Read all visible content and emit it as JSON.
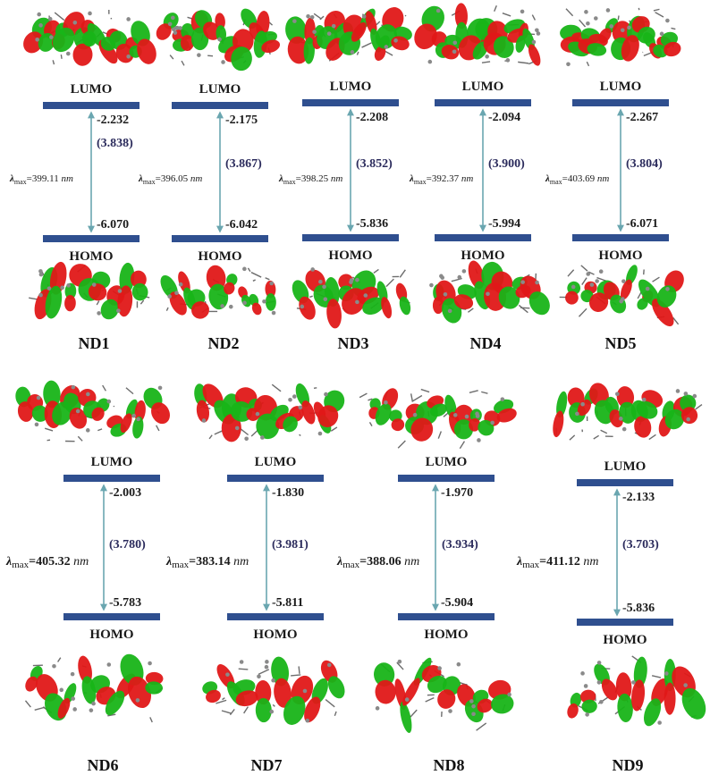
{
  "figure": {
    "lumo_label": "LUMO",
    "homo_label": "HOMO",
    "lambda_symbol": "λ",
    "lambda_sub": "max",
    "lambda_unit": "nm",
    "colors": {
      "bar": "#2f4f8f",
      "arrow": "#6aa6b0",
      "lobe_red": "#e01818",
      "lobe_green": "#18b418",
      "atom": "#8a8a8a"
    }
  },
  "molecules": [
    {
      "name": "ND1",
      "lumo": "-2.232",
      "homo": "-6.070",
      "gap": "(3.838)",
      "lambda": "=399.11"
    },
    {
      "name": "ND2",
      "lumo": "-2.175",
      "homo": "-6.042",
      "gap": "(3.867)",
      "lambda": "=396.05"
    },
    {
      "name": "ND3",
      "lumo": "-2.208",
      "homo": "-5.836",
      "gap": "(3.852)",
      "lambda": "=398.25"
    },
    {
      "name": "ND4",
      "lumo": "-2.094",
      "homo": "-5.994",
      "gap": "(3.900)",
      "lambda": "=392.37"
    },
    {
      "name": "ND5",
      "lumo": "-2.267",
      "homo": "-6.071",
      "gap": "(3.804)",
      "lambda": "=403.69"
    },
    {
      "name": "ND6",
      "lumo": "-2.003",
      "homo": "-5.783",
      "gap": "(3.780)",
      "lambda": "=405.32"
    },
    {
      "name": "ND7",
      "lumo": "-1.830",
      "homo": "-5.811",
      "gap": "(3.981)",
      "lambda": "=383.14"
    },
    {
      "name": "ND8",
      "lumo": "-1.970",
      "homo": "-5.904",
      "gap": "(3.934)",
      "lambda": "=388.06"
    },
    {
      "name": "ND9",
      "lumo": "-2.133",
      "homo": "-5.836",
      "gap": "(3.703)",
      "lambda": "=411.12"
    }
  ]
}
